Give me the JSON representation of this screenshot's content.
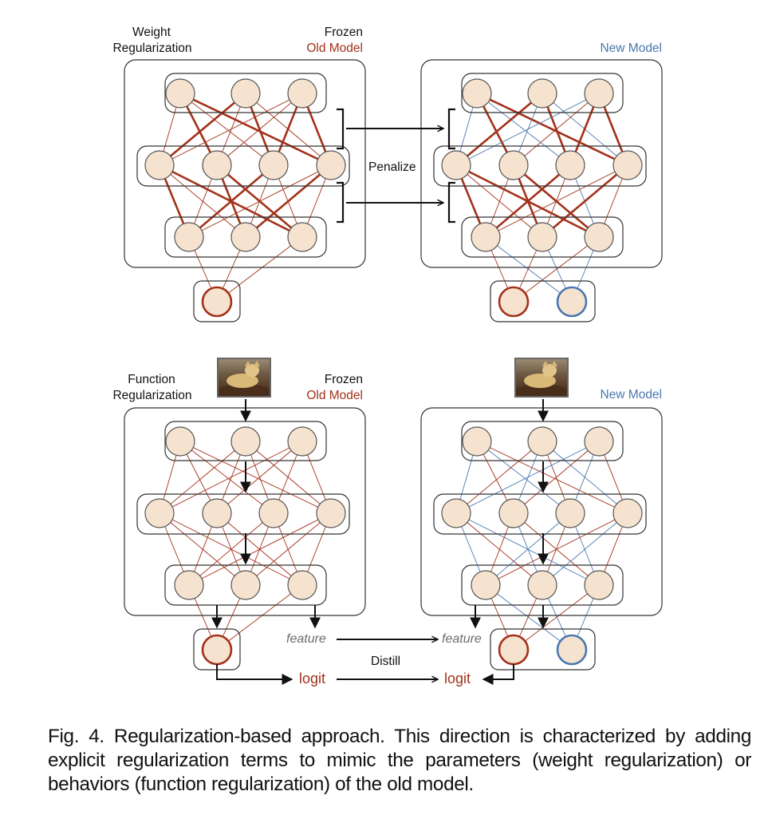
{
  "figure": {
    "weight_panel": {
      "title_line1": "Weight",
      "title_line2": "Regularization",
      "old_model_line1": "Frozen",
      "old_model_line2": "Old Model",
      "new_model_label": "New Model",
      "penalize_label": "Penalize"
    },
    "function_panel": {
      "title_line1": "Function",
      "title_line2": "Regularization",
      "old_model_line1": "Frozen",
      "old_model_line2": "Old Model",
      "new_model_label": "New Model",
      "feature_old": "feature",
      "feature_new": "feature",
      "logit_old": "logit",
      "logit_new": "logit",
      "distill_label": "Distill",
      "input_image": "cat-photo"
    },
    "network": {
      "layers": [
        3,
        4,
        3
      ],
      "old_outputs": 1,
      "new_outputs": 2
    },
    "colors": {
      "old_model": "#a3311a",
      "new_model": "#4a78b0",
      "node_fill": "#f6e3cf",
      "node_stroke": "#555555",
      "feature_text": "#6b6b6b"
    }
  },
  "caption": "Fig. 4. Regularization-based approach. This direction is characterized by adding explicit regularization terms to mimic the parameters (weight regularization) or behaviors (function regularization) of the old model."
}
